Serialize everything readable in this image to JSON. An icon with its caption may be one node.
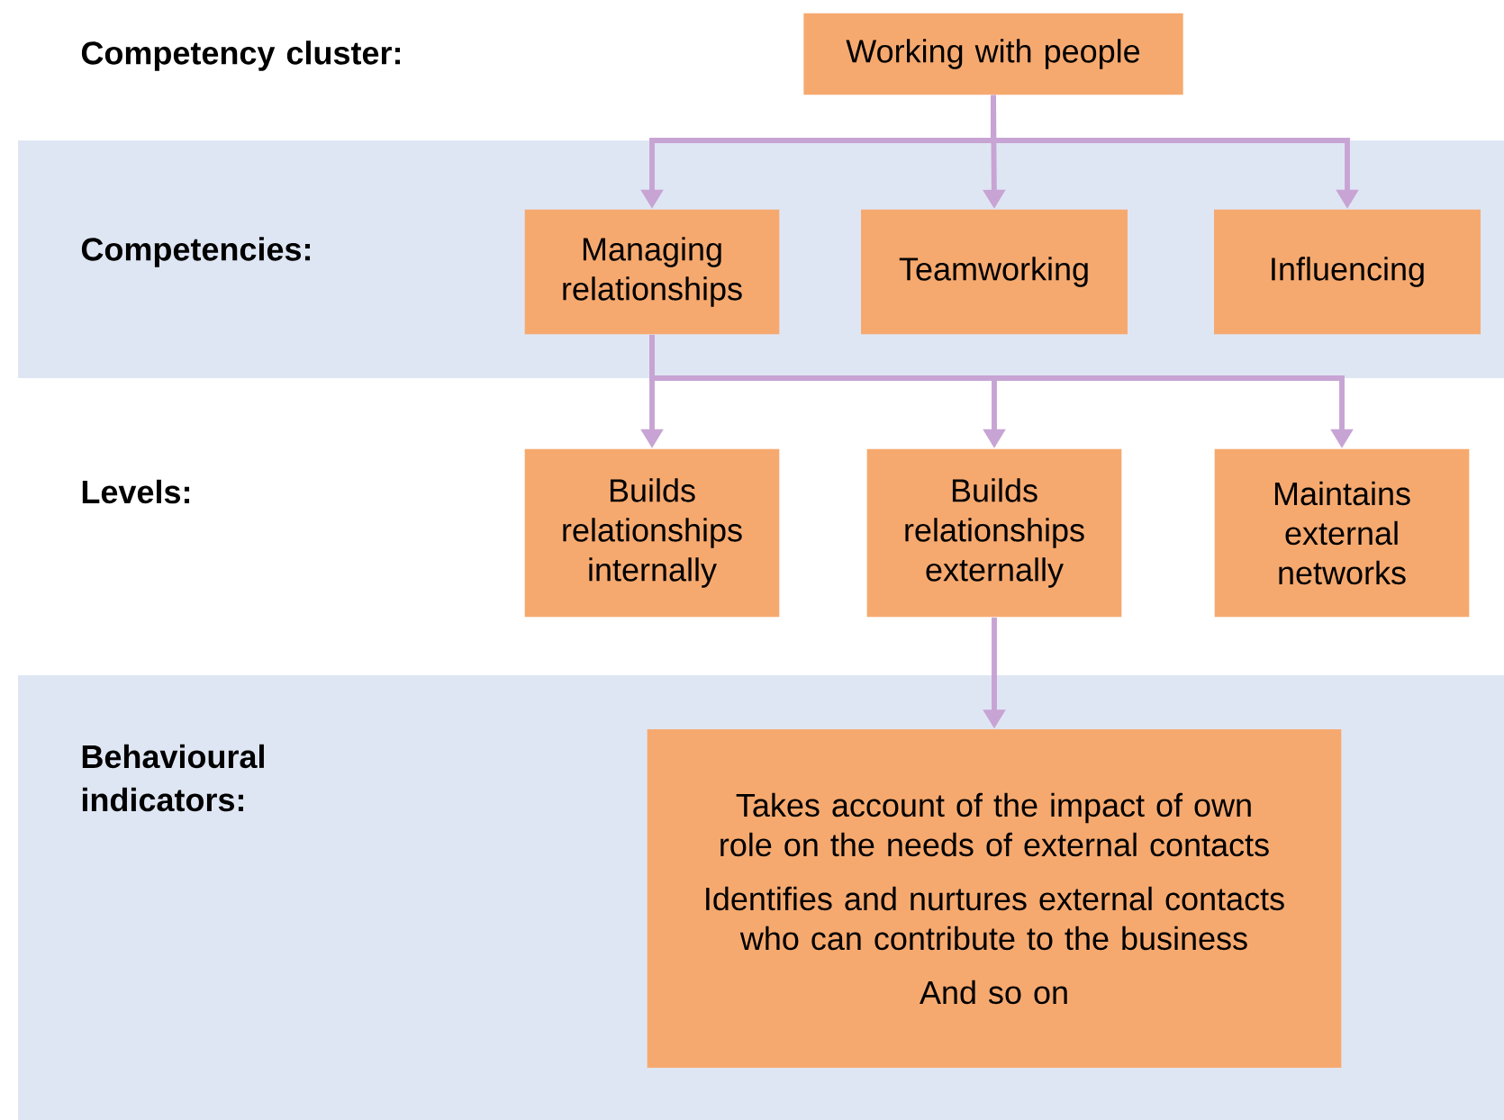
{
  "diagram": {
    "nodes": [
      {
        "text": [
          "Working with people"
        ]
      },
      {
        "text": [
          "Managing relationships"
        ]
      },
      {
        "text": [
          "Teamworking"
        ]
      },
      {
        "text": [
          "Influencing"
        ]
      },
      {
        "text": [
          "Builds relationships internally"
        ]
      },
      {
        "text": [
          "Builds relationships externally"
        ]
      },
      {
        "text": [
          "Maintains external networks"
        ]
      },
      {
        "text": [
          "Takes account of the impact of own role on the needs of external contacts",
          "Identifies and nurtures external contacts who can contribute to the business",
          "And so on"
        ]
      }
    ],
    "edges": [
      {
        "from": 0,
        "to": 1,
        "arrow": "to"
      },
      {
        "from": 0,
        "to": 2,
        "arrow": "to"
      },
      {
        "from": 0,
        "to": 3,
        "arrow": "to"
      },
      {
        "from": 1,
        "to": 4,
        "arrow": "to"
      },
      {
        "from": 1,
        "to": 5,
        "arrow": "to"
      },
      {
        "from": 1,
        "to": 6,
        "arrow": "to"
      },
      {
        "from": 5,
        "to": 7,
        "arrow": "to"
      }
    ],
    "labels": [
      "Competency cluster:",
      "Competencies:",
      "Levels:",
      "Behavioural indicators:"
    ]
  }
}
